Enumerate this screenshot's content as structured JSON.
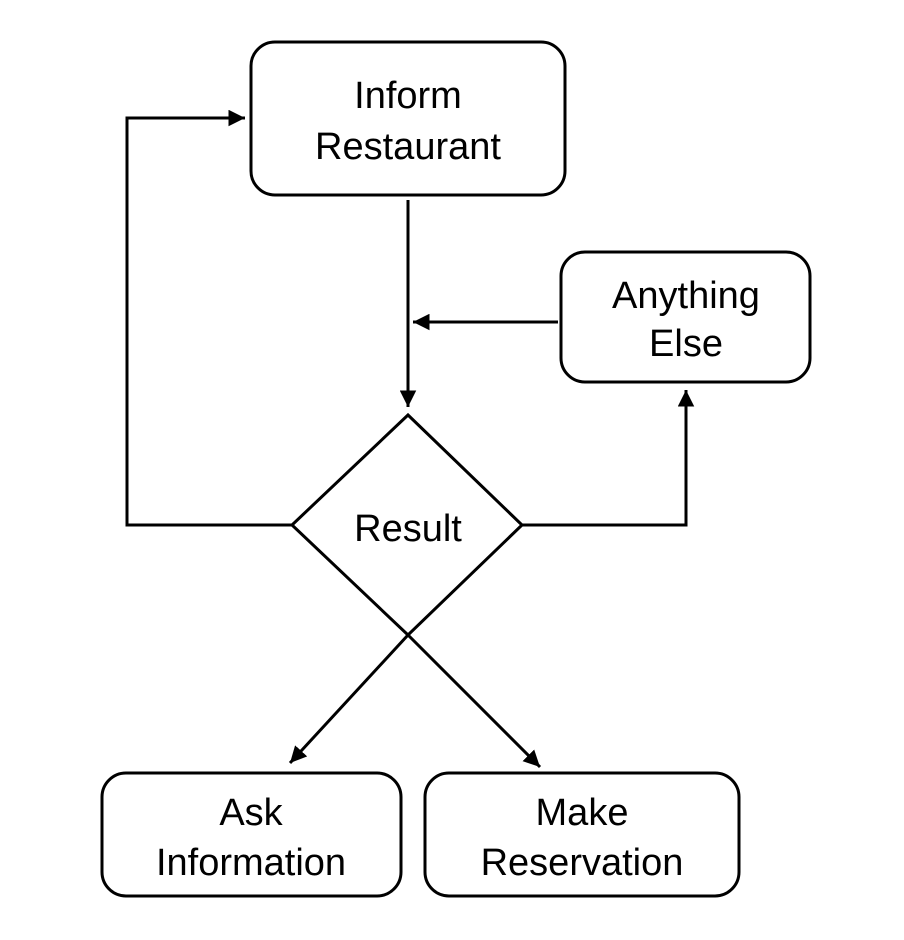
{
  "diagram": {
    "nodes": {
      "inform_restaurant": {
        "line1": "Inform",
        "line2": "Restaurant"
      },
      "anything_else": {
        "line1": "Anything",
        "line2": "Else"
      },
      "result": {
        "label": "Result"
      },
      "ask_information": {
        "line1": "Ask",
        "line2": "Information"
      },
      "make_reservation": {
        "line1": "Make",
        "line2": "Reservation"
      }
    },
    "colors": {
      "stroke": "#000000",
      "fill": "#ffffff",
      "text": "#000000"
    }
  }
}
